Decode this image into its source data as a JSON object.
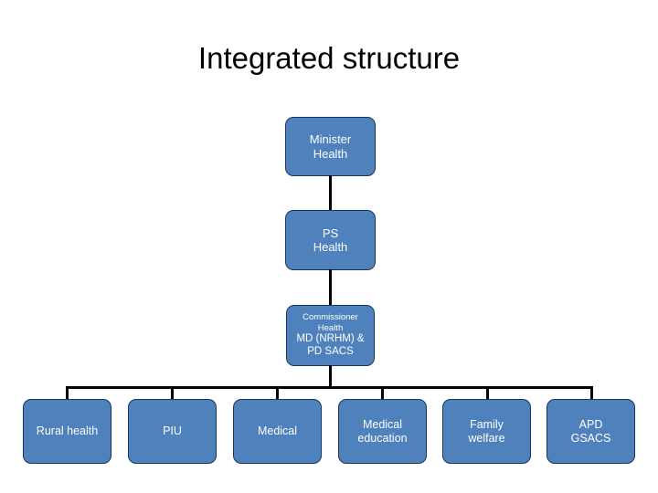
{
  "title": "Integrated structure",
  "colors": {
    "box_fill": "#4F81BD",
    "box_border": "#17375E",
    "box_text": "#FFFFFF",
    "connector": "#000000",
    "background": "#FFFFFF",
    "title_text": "#000000"
  },
  "chart_data": {
    "type": "diagram",
    "diagram_type": "organization-chart",
    "title": "Integrated structure",
    "levels": 4,
    "nodes": [
      {
        "id": "minister",
        "level": 1,
        "lines": [
          "Minister",
          "Health"
        ]
      },
      {
        "id": "ps",
        "level": 2,
        "lines": [
          "PS",
          "Health"
        ]
      },
      {
        "id": "commissioner",
        "level": 3,
        "lines": [
          "Commissioner",
          "Health",
          "MD (NRHM) &",
          "PD SACS"
        ]
      },
      {
        "id": "rural-health",
        "level": 4,
        "lines": [
          "Rural health"
        ]
      },
      {
        "id": "piu",
        "level": 4,
        "lines": [
          "PIU"
        ]
      },
      {
        "id": "medical",
        "level": 4,
        "lines": [
          "Medical"
        ]
      },
      {
        "id": "medical-education",
        "level": 4,
        "lines": [
          "Medical",
          "education"
        ]
      },
      {
        "id": "family-welfare",
        "level": 4,
        "lines": [
          "Family",
          "welfare"
        ]
      },
      {
        "id": "apd-gsacs",
        "level": 4,
        "lines": [
          "APD",
          "GSACS"
        ]
      }
    ],
    "edges": [
      {
        "from": "minister",
        "to": "ps"
      },
      {
        "from": "ps",
        "to": "commissioner"
      },
      {
        "from": "commissioner",
        "to": "rural-health"
      },
      {
        "from": "commissioner",
        "to": "piu"
      },
      {
        "from": "commissioner",
        "to": "medical"
      },
      {
        "from": "commissioner",
        "to": "medical-education"
      },
      {
        "from": "commissioner",
        "to": "family-welfare"
      },
      {
        "from": "commissioner",
        "to": "apd-gsacs"
      }
    ]
  },
  "nodes": {
    "minister": {
      "line1": "Minister",
      "line2": "Health"
    },
    "ps": {
      "line1": "PS",
      "line2": "Health"
    },
    "commissioner": {
      "line1": "Commissioner",
      "line2": "Health",
      "line3": "MD (NRHM) &",
      "line4": "PD SACS"
    },
    "leaves": [
      {
        "line1": "Rural health",
        "line2": ""
      },
      {
        "line1": "PIU",
        "line2": ""
      },
      {
        "line1": "Medical",
        "line2": ""
      },
      {
        "line1": "Medical",
        "line2": "education"
      },
      {
        "line1": "Family",
        "line2": "welfare"
      },
      {
        "line1": "APD",
        "line2": "GSACS"
      }
    ]
  }
}
